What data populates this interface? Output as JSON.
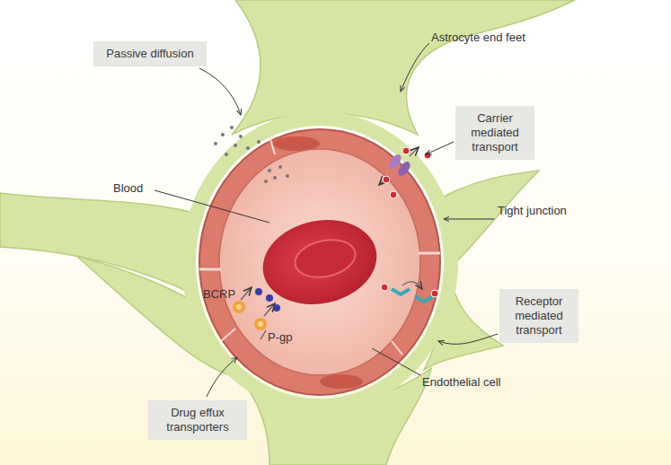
{
  "diagram": {
    "nodes": [
      {
        "text": [
          "Passive diffusion"
        ]
      },
      {
        "text": [
          "Carrier mediated transport"
        ]
      },
      {
        "text": [
          "Receptor mediated transport"
        ]
      },
      {
        "text": [
          "Drug effux transporters"
        ]
      }
    ],
    "labels": [
      "Astrocyte end feet",
      "Blood",
      "Tight junction",
      "BCRP",
      "P-gp",
      "Endothelial cell"
    ]
  }
}
